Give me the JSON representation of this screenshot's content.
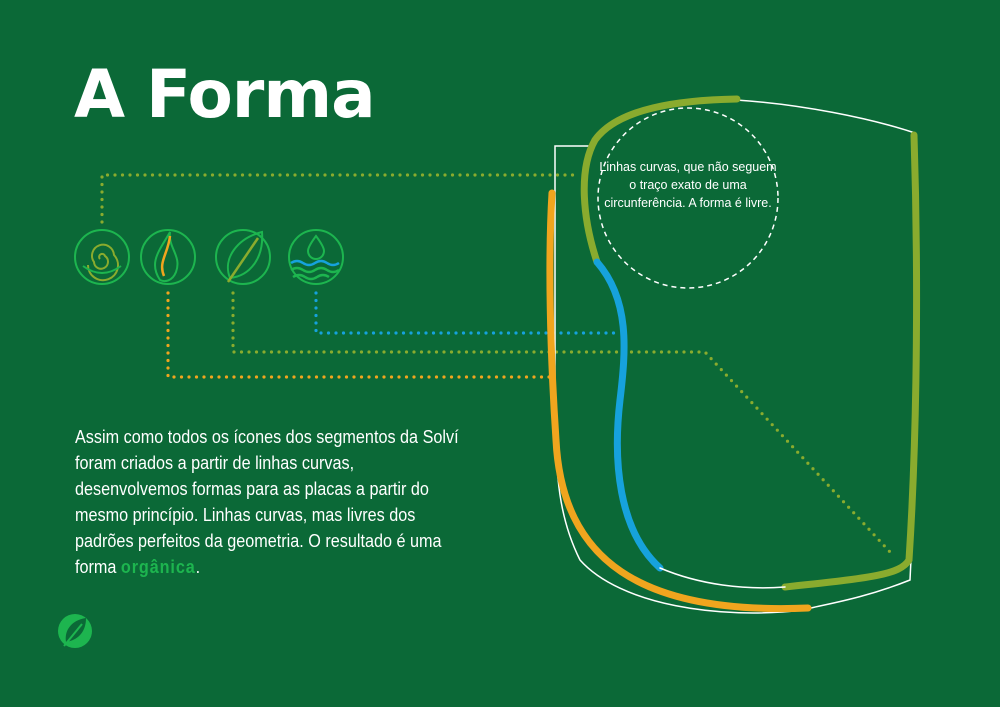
{
  "title": "A Forma",
  "body": {
    "text_before": "Assim como todos os ícones dos segmentos da Solví foram criados a partir de linhas curvas, desenvolvemos formas para as placas a partir do mesmo princípio. Linhas curvas, mas livres dos padrões perfeitos da geometria. O resultado é uma forma ",
    "highlight": "orgânica",
    "text_after": "."
  },
  "callout": {
    "text": "Linhas curvas, que não seguem o traço exato de uma circunferência. A forma é livre."
  },
  "icons": [
    {
      "name": "spiral-icon"
    },
    {
      "name": "flame-icon"
    },
    {
      "name": "leaf-icon"
    },
    {
      "name": "water-drop-icon"
    }
  ],
  "footer_icon": "leaf-logo-icon",
  "colors": {
    "background": "#0b6937",
    "olive": "#8aab2e",
    "orange": "#f0a51e",
    "blue": "#16a2dc",
    "bright_green": "#1db54f",
    "white": "#ffffff"
  }
}
